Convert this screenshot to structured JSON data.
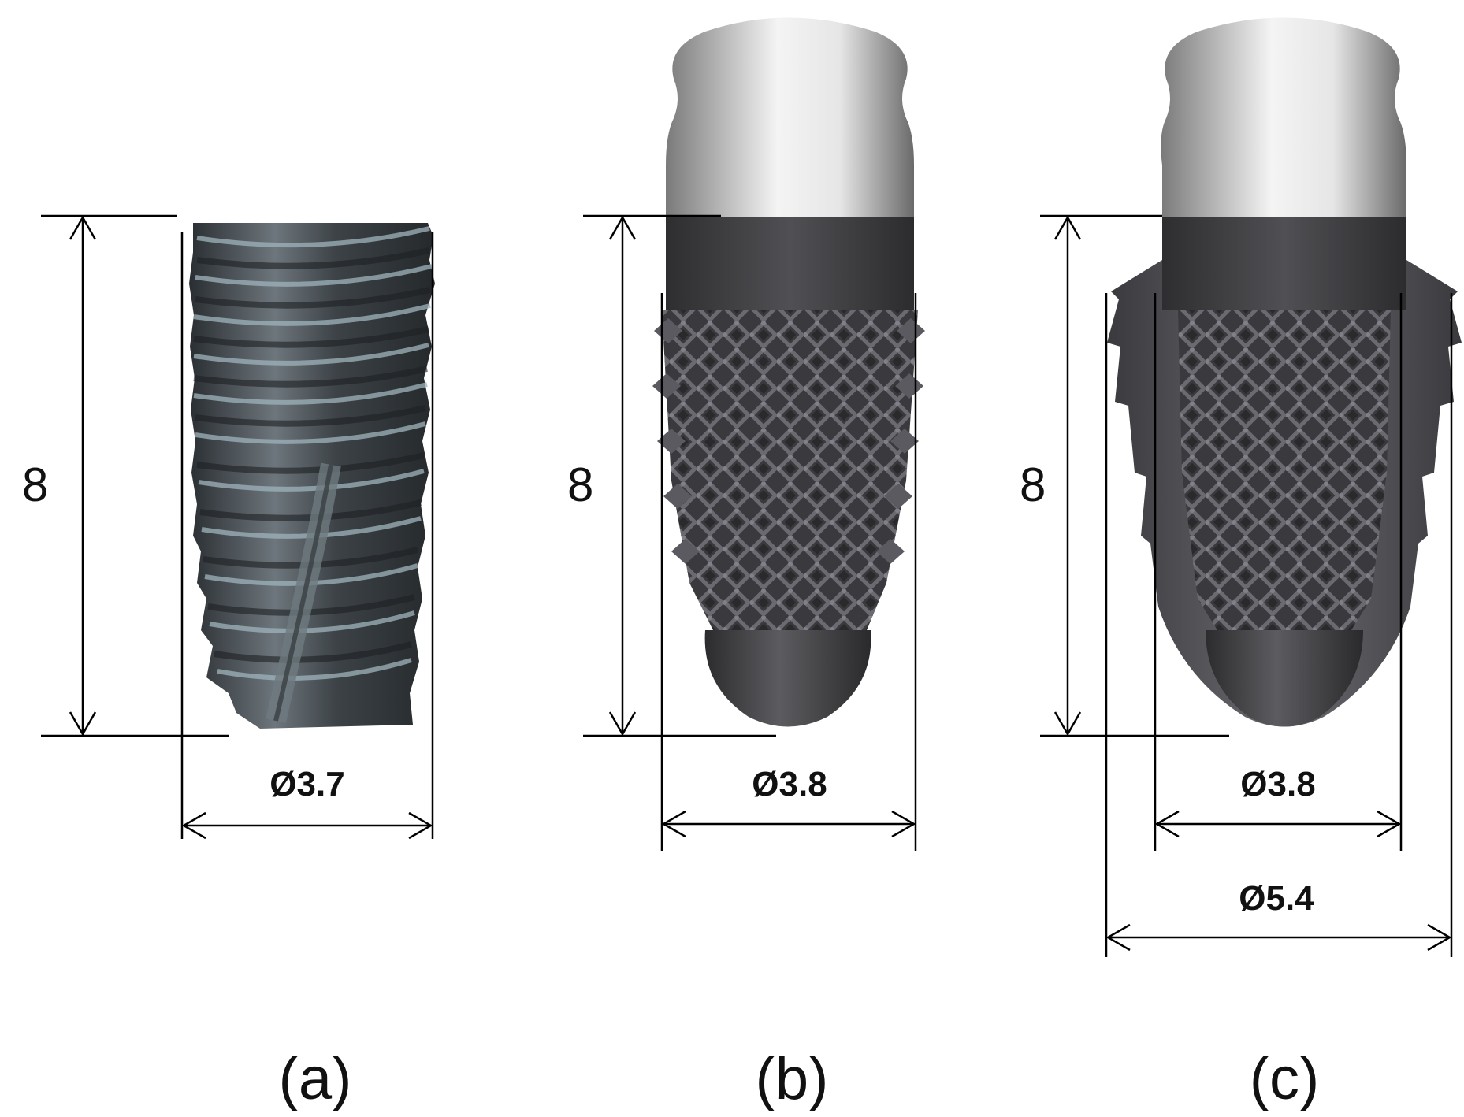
{
  "panels": [
    {
      "id": "a",
      "caption": "(a)",
      "height_label": "8",
      "diameter_labels": [
        "Ø3.7"
      ]
    },
    {
      "id": "b",
      "caption": "(b)",
      "height_label": "8",
      "diameter_labels": [
        "Ø3.8"
      ]
    },
    {
      "id": "c",
      "caption": "(c)",
      "height_label": "8",
      "diameter_labels": [
        "Ø3.8",
        "Ø5.4"
      ]
    }
  ],
  "colors": {
    "implant_dark": "#4a4e52",
    "lattice": "#5a5a60",
    "cap_light": "#e8e8e8",
    "line": "#000000"
  }
}
